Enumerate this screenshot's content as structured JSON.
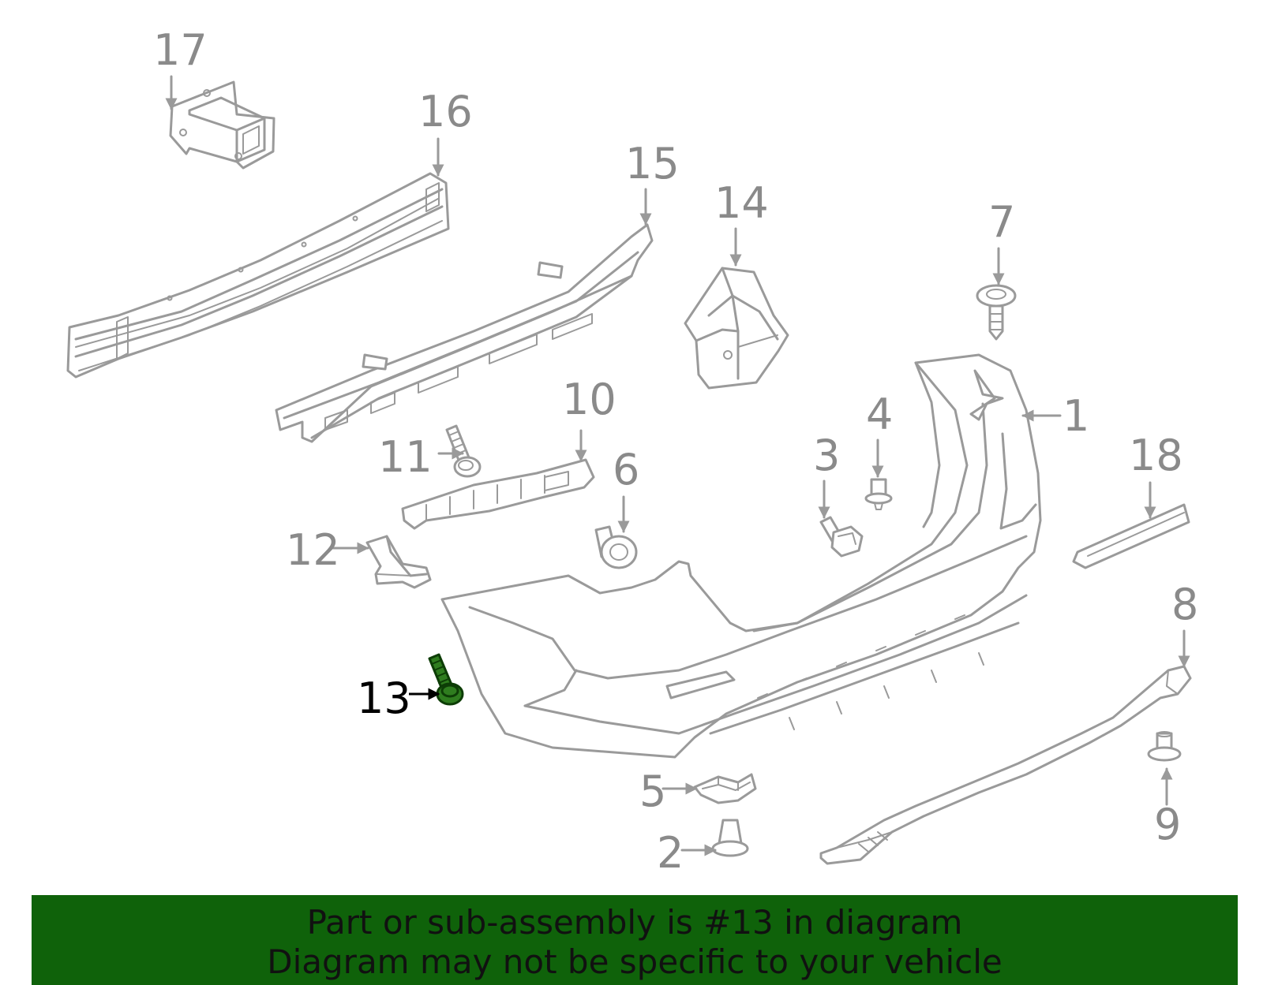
{
  "colors": {
    "line_art": "#9a9a9a",
    "label": "#8a8a8a",
    "highlight_part": "#2f7d1f",
    "highlight_label": "#000000",
    "banner_background": "#0f620a",
    "banner_text": "#111111"
  },
  "callouts": {
    "c1": "1",
    "c2": "2",
    "c3": "3",
    "c4": "4",
    "c5": "5",
    "c6": "6",
    "c7": "7",
    "c8": "8",
    "c9": "9",
    "c10": "10",
    "c11": "11",
    "c12": "12",
    "c13": "13",
    "c14": "14",
    "c15": "15",
    "c16": "16",
    "c17": "17",
    "c18": "18"
  },
  "highlighted_callout": "13",
  "banner": {
    "line1": "Part or sub-assembly is #13 in diagram",
    "line2": "Diagram may not be specific to your vehicle"
  }
}
